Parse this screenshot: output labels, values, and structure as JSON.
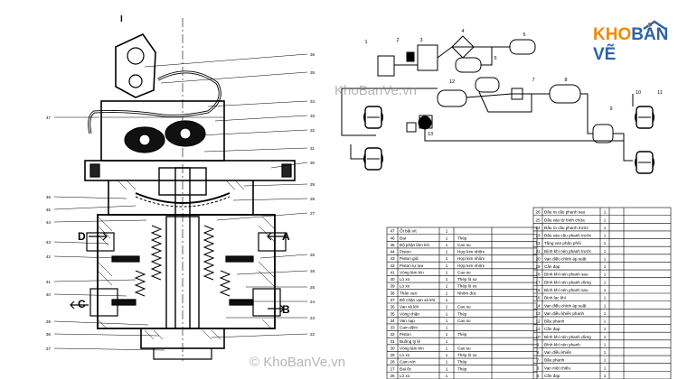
{
  "logo": {
    "brand_orange": "KHO",
    "brand_blue": "BẢN VẼ",
    "colors": {
      "orange": "#f08a00",
      "blue": "#2d62a8"
    }
  },
  "watermarks": {
    "top": "KhoBanVe.vn",
    "bottom": "© KhoBanVe.vn"
  },
  "port_labels": [
    "A",
    "B",
    "C",
    "D"
  ],
  "section_mark": "I",
  "schematic_numbers": [
    "1",
    "2",
    "3",
    "4",
    "5",
    "6",
    "7",
    "8",
    "9",
    "10",
    "11",
    "12",
    "13"
  ],
  "parts_table_left": {
    "rows": [
      {
        "no": "47",
        "name": "Ốt bắt vít",
        "qty": "1",
        "mat": ""
      },
      {
        "no": "46",
        "name": "Đai",
        "qty": "1",
        "mat": "Thép"
      },
      {
        "no": "45",
        "name": "Bộ phận làm kín",
        "qty": "1",
        "mat": "Cao su"
      },
      {
        "no": "44",
        "name": "Piston",
        "qty": "1",
        "mat": "Hợp kim nhôm"
      },
      {
        "no": "43",
        "name": "Piston giữ",
        "qty": "1",
        "mat": "Hợp kim nhôm"
      },
      {
        "no": "42",
        "name": "Piston tự lựa",
        "qty": "1",
        "mat": "Hợp kim nhôm"
      },
      {
        "no": "41",
        "name": "Vòng làm kín",
        "qty": "1",
        "mat": "Cao su"
      },
      {
        "no": "40",
        "name": "Lò xo",
        "qty": "1",
        "mat": "Thép lò xo"
      },
      {
        "no": "39",
        "name": "Lò xo",
        "qty": "1",
        "mat": "Thép lò xo"
      },
      {
        "no": "38",
        "name": "Thân van",
        "qty": "1",
        "mat": "Nhôm đúc"
      },
      {
        "no": "37",
        "name": "Đế chặn van xả khí",
        "qty": "1",
        "mat": ""
      },
      {
        "no": "36",
        "name": "Van xả khí",
        "qty": "1",
        "mat": "Cao su"
      },
      {
        "no": "35",
        "name": "Vòng chặn",
        "qty": "1",
        "mat": "Thép"
      },
      {
        "no": "34",
        "name": "Van nạp",
        "qty": "1",
        "mat": "Cao su"
      },
      {
        "no": "33",
        "name": "Cam đệm",
        "qty": "1",
        "mat": ""
      },
      {
        "no": "32",
        "name": "Piston",
        "qty": "1",
        "mat": "Thép"
      },
      {
        "no": "31",
        "name": "Buồng tỷ lệ",
        "qty": "1",
        "mat": ""
      },
      {
        "no": "30",
        "name": "Vòng làm kín",
        "qty": "1",
        "mat": "Cao su"
      },
      {
        "no": "29",
        "name": "Lò xo",
        "qty": "1",
        "mat": "Thép lò xo"
      },
      {
        "no": "28",
        "name": "Cam nới",
        "qty": "1",
        "mat": "Thép"
      },
      {
        "no": "27",
        "name": "Đai ốc",
        "qty": "1",
        "mat": "Thép"
      },
      {
        "no": "26",
        "name": "Lò xo",
        "qty": "1",
        "mat": ""
      }
    ]
  },
  "parts_table_right": {
    "rows": [
      {
        "no": "26",
        "name": "Đầu ra cầu phanh sau",
        "qty": "1"
      },
      {
        "no": "25",
        "name": "Đầu vào từ bình chứa",
        "qty": "1"
      },
      {
        "no": "24",
        "name": "Đầu ra cầu phanh trước",
        "qty": "1"
      },
      {
        "no": "23",
        "name": "Đầu vào cầu phanh trước",
        "qty": "1"
      },
      {
        "no": "22",
        "name": "Tầng van phân phối",
        "qty": "1"
      },
      {
        "no": "21",
        "name": "Bình khí nén phanh trước",
        "qty": "1"
      },
      {
        "no": "20",
        "name": "Van điều chỉnh áp suất",
        "qty": "1"
      },
      {
        "no": "19",
        "name": "Cần đạp",
        "qty": "1"
      },
      {
        "no": "18",
        "name": "Bình khí nén phanh sau",
        "qty": "1"
      },
      {
        "no": "17",
        "name": "Bình khí nén phanh dừng",
        "qty": "1"
      },
      {
        "no": "16",
        "name": "Bình khí nén phanh sau",
        "qty": "1"
      },
      {
        "no": "15",
        "name": "Bình lọc khí",
        "qty": "1"
      },
      {
        "no": "14",
        "name": "Van điều chỉnh áp suất",
        "qty": "1"
      },
      {
        "no": "13",
        "name": "Van điều khiển phanh",
        "qty": "1"
      },
      {
        "no": "12",
        "name": "Bầu phanh",
        "qty": "1"
      },
      {
        "no": "11",
        "name": "Cần đạp",
        "qty": "1"
      },
      {
        "no": "10",
        "name": "Bình khí nén phanh dừng",
        "qty": "1"
      },
      {
        "no": "9",
        "name": "Bình khí nén phanh",
        "qty": "1"
      },
      {
        "no": "8",
        "name": "Van điều khiển",
        "qty": "1"
      },
      {
        "no": "7",
        "name": "Bầu phanh",
        "qty": "1"
      },
      {
        "no": "6",
        "name": "Van một chiều",
        "qty": "1"
      },
      {
        "no": "5",
        "name": "Cần đạp",
        "qty": "1"
      }
    ]
  }
}
